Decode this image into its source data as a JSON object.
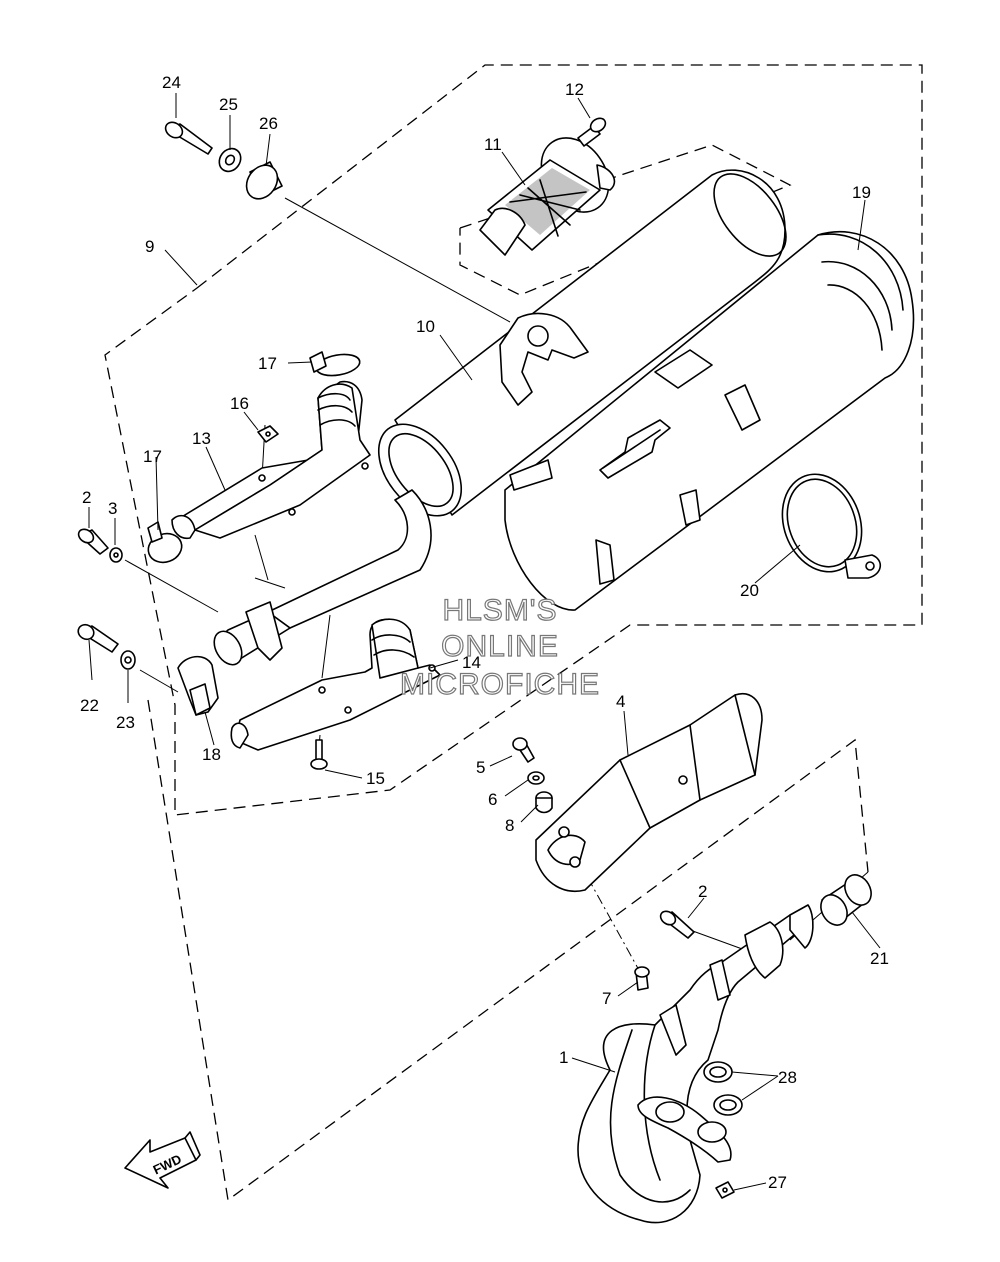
{
  "diagram": {
    "watermark": [
      "HLSM'S",
      "ONLINE",
      "MICROFICHE"
    ],
    "fwd_label": "FWD",
    "callouts": {
      "c1": "1",
      "c2a": "2",
      "c2b": "2",
      "c3": "3",
      "c4": "4",
      "c5": "5",
      "c6": "6",
      "c7": "7",
      "c8": "8",
      "c9": "9",
      "c10": "10",
      "c11": "11",
      "c12": "12",
      "c13": "13",
      "c14": "14",
      "c15": "15",
      "c16": "16",
      "c17a": "17",
      "c17b": "17",
      "c18": "18",
      "c19": "19",
      "c20": "20",
      "c21": "21",
      "c22": "22",
      "c23": "23",
      "c24": "24",
      "c25": "25",
      "c26": "26",
      "c27": "27",
      "c28": "28"
    }
  }
}
